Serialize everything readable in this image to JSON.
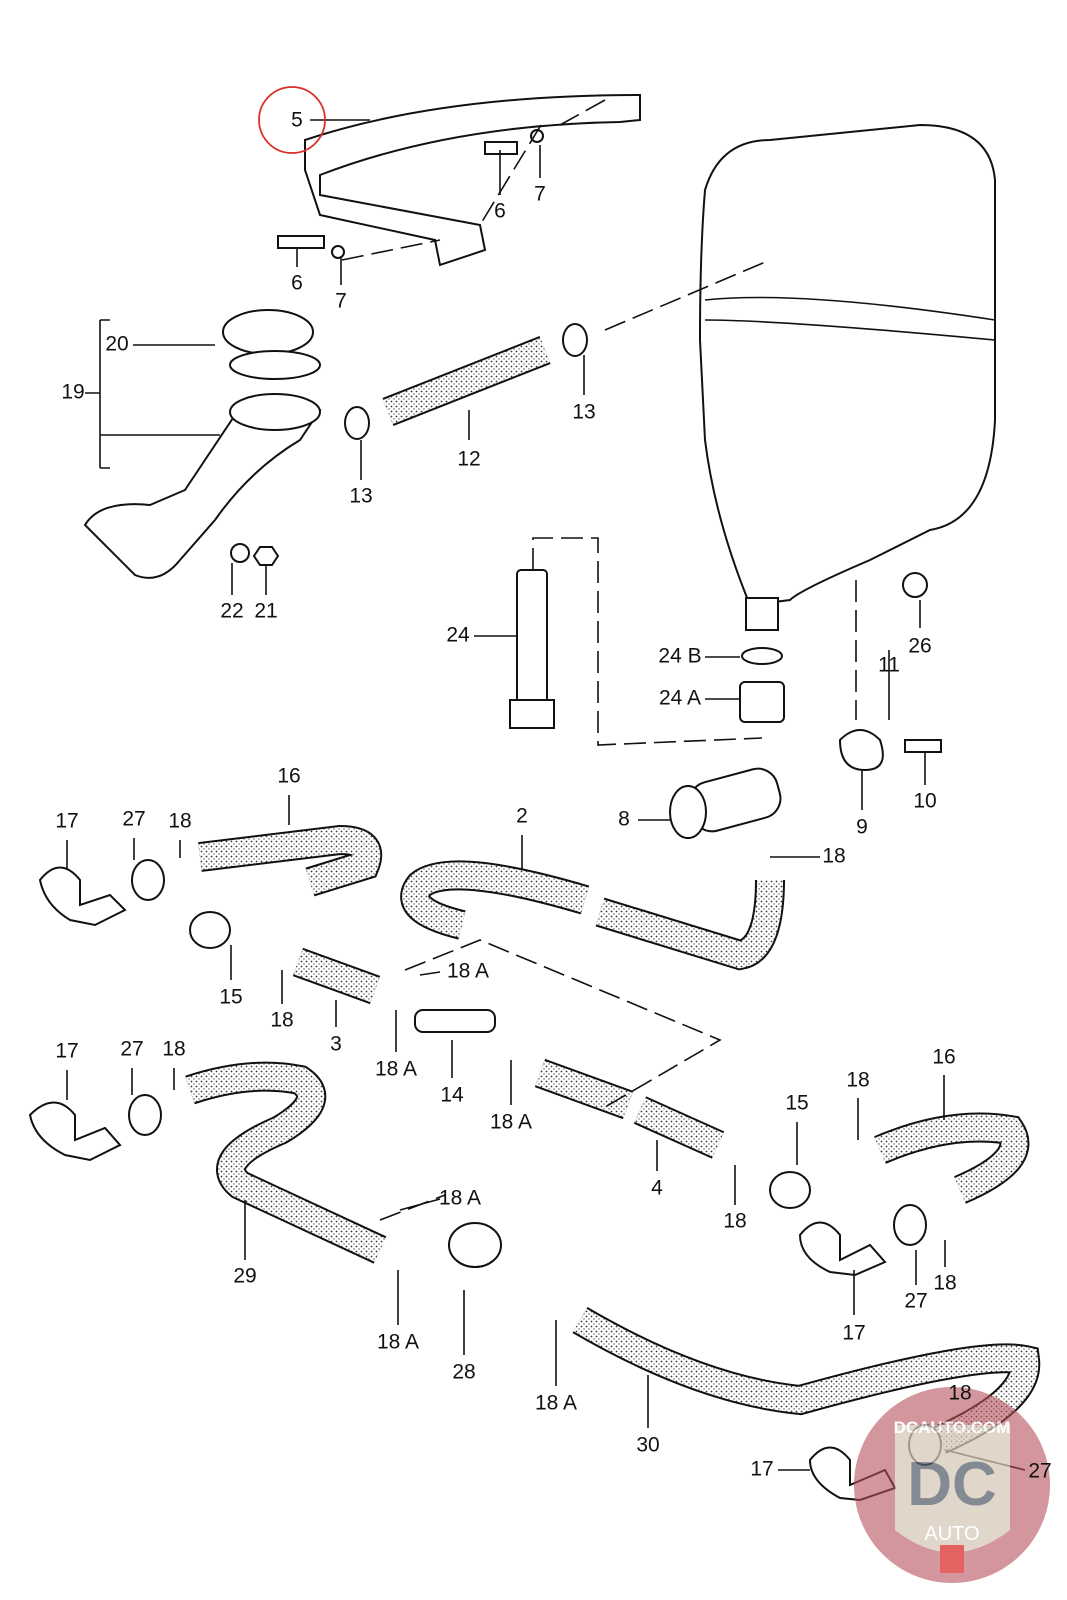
{
  "diagram": {
    "highlight_color": "#d9302c",
    "highlighted_part": "5",
    "labels": [
      "5",
      "6",
      "7",
      "6",
      "7",
      "20",
      "19",
      "12",
      "13",
      "13",
      "22",
      "21",
      "24",
      "24 B",
      "24 A",
      "26",
      "11",
      "10",
      "9",
      "8",
      "18",
      "16",
      "17",
      "27",
      "18",
      "2",
      "15",
      "18",
      "3",
      "18 A",
      "18 A",
      "14",
      "18 A",
      "17",
      "27",
      "18",
      "16",
      "18",
      "15",
      "4",
      "18",
      "29",
      "18 A",
      "18 A",
      "28",
      "18 A",
      "30",
      "17",
      "27",
      "18",
      "17",
      "18",
      "27"
    ]
  },
  "watermark": {
    "text": "DCAUTO.COM",
    "logo_letters": "DC",
    "logo_sub": "AUTO"
  }
}
